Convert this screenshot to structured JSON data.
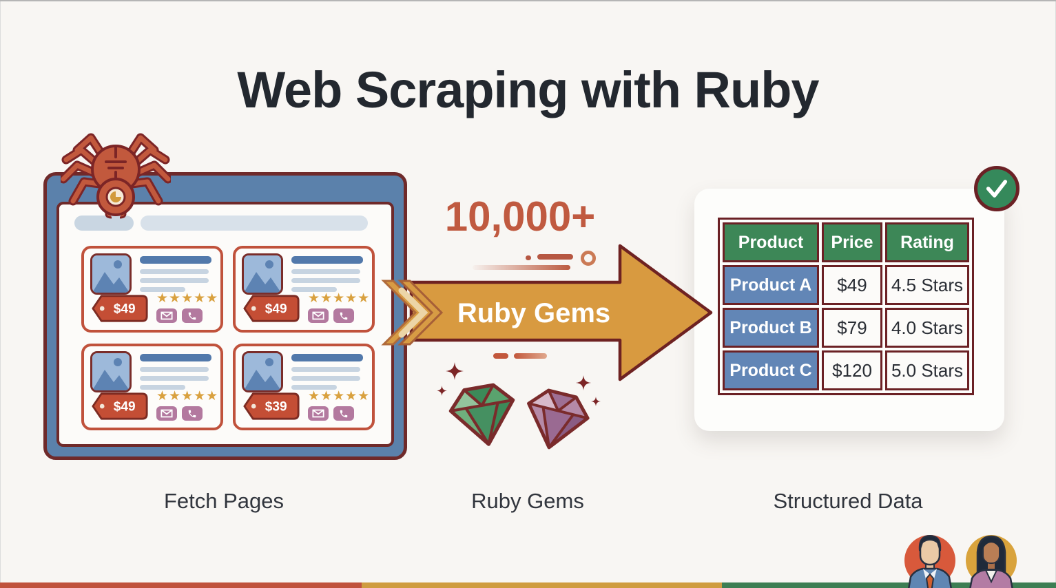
{
  "slide": {
    "title": "Web Scraping with Ruby",
    "footer_stripe_colors": [
      "#c0523c",
      "#cf9c3f",
      "#3d7e53"
    ]
  },
  "fetch_section": {
    "caption": "Fetch Pages",
    "browser_cards": [
      {
        "price": "$49",
        "stars": "★★★★★"
      },
      {
        "price": "$49",
        "stars": "★★★★★"
      },
      {
        "price": "$49",
        "stars": "★★★★★"
      },
      {
        "price": "$39",
        "stars": "★★★★★"
      }
    ]
  },
  "gems_section": {
    "count_label": "10,000+",
    "arrow_label": "Ruby Gems",
    "caption": "Ruby Gems"
  },
  "data_section": {
    "caption": "Structured Data",
    "table": {
      "headers": [
        "Product",
        "Price",
        "Rating"
      ],
      "rows": [
        [
          "Product A",
          "$49",
          "4.5 Stars"
        ],
        [
          "Product B",
          "$79",
          "4.0 Stars"
        ],
        [
          "Product C",
          "$120",
          "5.0 Stars"
        ]
      ]
    }
  },
  "icons": {
    "crawler": "spider-icon",
    "contact": [
      "envelope-icon",
      "phone-icon"
    ],
    "gems": [
      "green-gem-icon",
      "pink-gem-icon"
    ],
    "verified": "check-icon"
  },
  "colors": {
    "accent_red": "#c0523c",
    "arrow_gold": "#d89a40",
    "table_green": "#3d8757",
    "table_blue": "#6286b6",
    "outline_maroon": "#6e2224",
    "chip_mauve": "#b3799f",
    "star_gold": "#d9a13f",
    "count_red": "#c05a40"
  }
}
